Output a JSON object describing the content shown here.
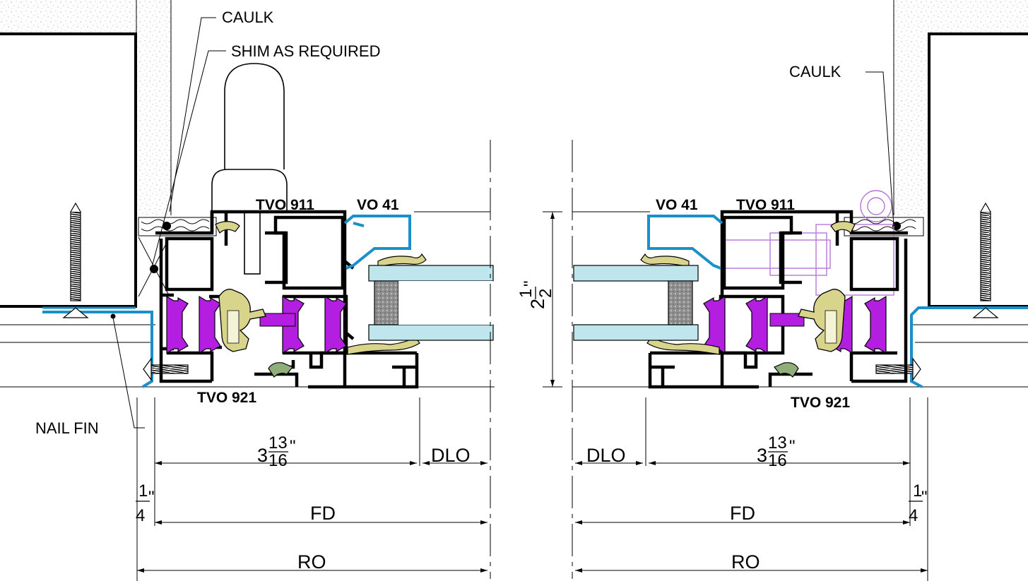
{
  "labels": {
    "caulk_left": "CAULK",
    "shim": "SHIM AS REQUIRED",
    "caulk_right": "CAULK",
    "nail_fin": "NAIL FIN",
    "tvo911_left": "TVO 911",
    "vo41_left": "VO 41",
    "tvo911_right": "TVO 911",
    "vo41_right": "VO 41",
    "tvo921_left": "TVO 921",
    "tvo921_right": "TVO 921"
  },
  "dimensions": {
    "left": {
      "frame_whole": "3",
      "frame_num": "13",
      "frame_den": "16",
      "frame_unit": "\"",
      "dlo": "DLO",
      "gap_num": "1",
      "gap_den": "4",
      "gap_unit": "\"",
      "fd": "FD",
      "ro": "RO"
    },
    "right": {
      "frame_whole": "3",
      "frame_num": "13",
      "frame_den": "16",
      "frame_unit": "\"",
      "dlo": "DLO",
      "gap_num": "1",
      "gap_den": "4",
      "gap_unit": "\"",
      "fd": "FD",
      "ro": "RO"
    },
    "depth": {
      "whole": "2",
      "num": "1",
      "den": "2",
      "unit": "\""
    }
  },
  "colors": {
    "thermal_break": "#b31ee0",
    "gasket": "#d8d48c",
    "nail_fin": "#1a8fc9",
    "glass": "#bfe6ec",
    "aluminum": "#000000"
  }
}
